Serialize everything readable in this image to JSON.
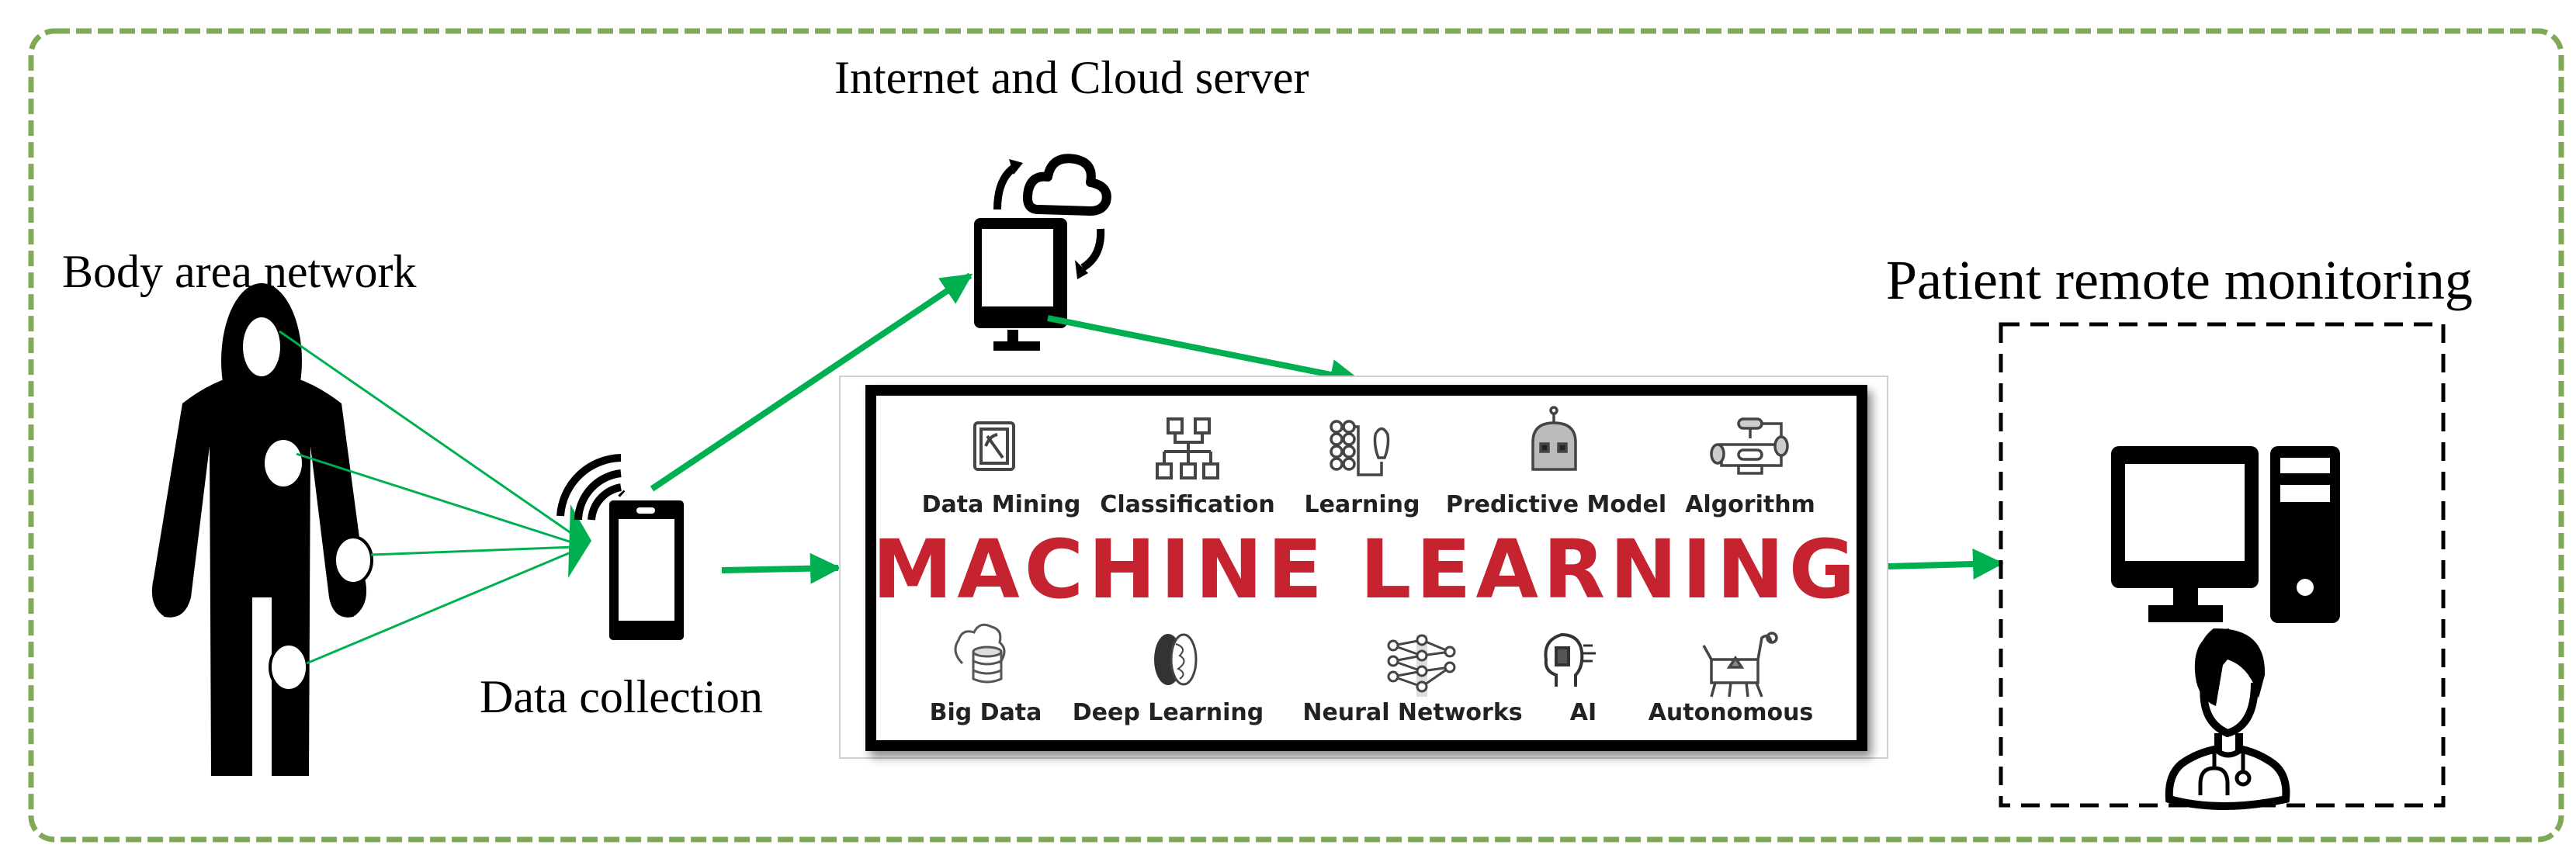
{
  "diagram": {
    "labels": {
      "body_area_network": "Body area network",
      "data_collection": "Data collection",
      "cloud": "Internet and Cloud server",
      "patient_monitoring": "Patient remote monitoring"
    },
    "body_sensors": [
      "head",
      "chest",
      "wrist",
      "knee"
    ],
    "machine_learning": {
      "title": "MACHINE LEARNING",
      "top_items": [
        {
          "label": "Data Mining",
          "icon": "chip-pickaxe-icon"
        },
        {
          "label": "Classification",
          "icon": "hierarchy-icon"
        },
        {
          "label": "Learning",
          "icon": "network-bulb-icon"
        },
        {
          "label": "Predictive Model",
          "icon": "robot-icon"
        },
        {
          "label": "Algorithm",
          "icon": "flowchart-icon"
        }
      ],
      "bottom_items": [
        {
          "label": "Big Data",
          "icon": "database-cloud-icon"
        },
        {
          "label": "Deep Learning",
          "icon": "brain-icon"
        },
        {
          "label": "Neural Networks",
          "icon": "neural-network-icon"
        },
        {
          "label": "AI",
          "icon": "ai-head-icon"
        },
        {
          "label": "Autonomous",
          "icon": "robot-dog-icon"
        }
      ],
      "title_color": "#c4232f"
    },
    "flows": [
      {
        "from": "body_sensors",
        "to": "data_collection"
      },
      {
        "from": "data_collection",
        "to": "cloud"
      },
      {
        "from": "cloud",
        "to": "machine_learning"
      },
      {
        "from": "data_collection",
        "to": "machine_learning"
      },
      {
        "from": "machine_learning",
        "to": "patient_monitoring"
      }
    ],
    "colors": {
      "frame": "#7fa857",
      "arrow": "#00b050"
    }
  }
}
